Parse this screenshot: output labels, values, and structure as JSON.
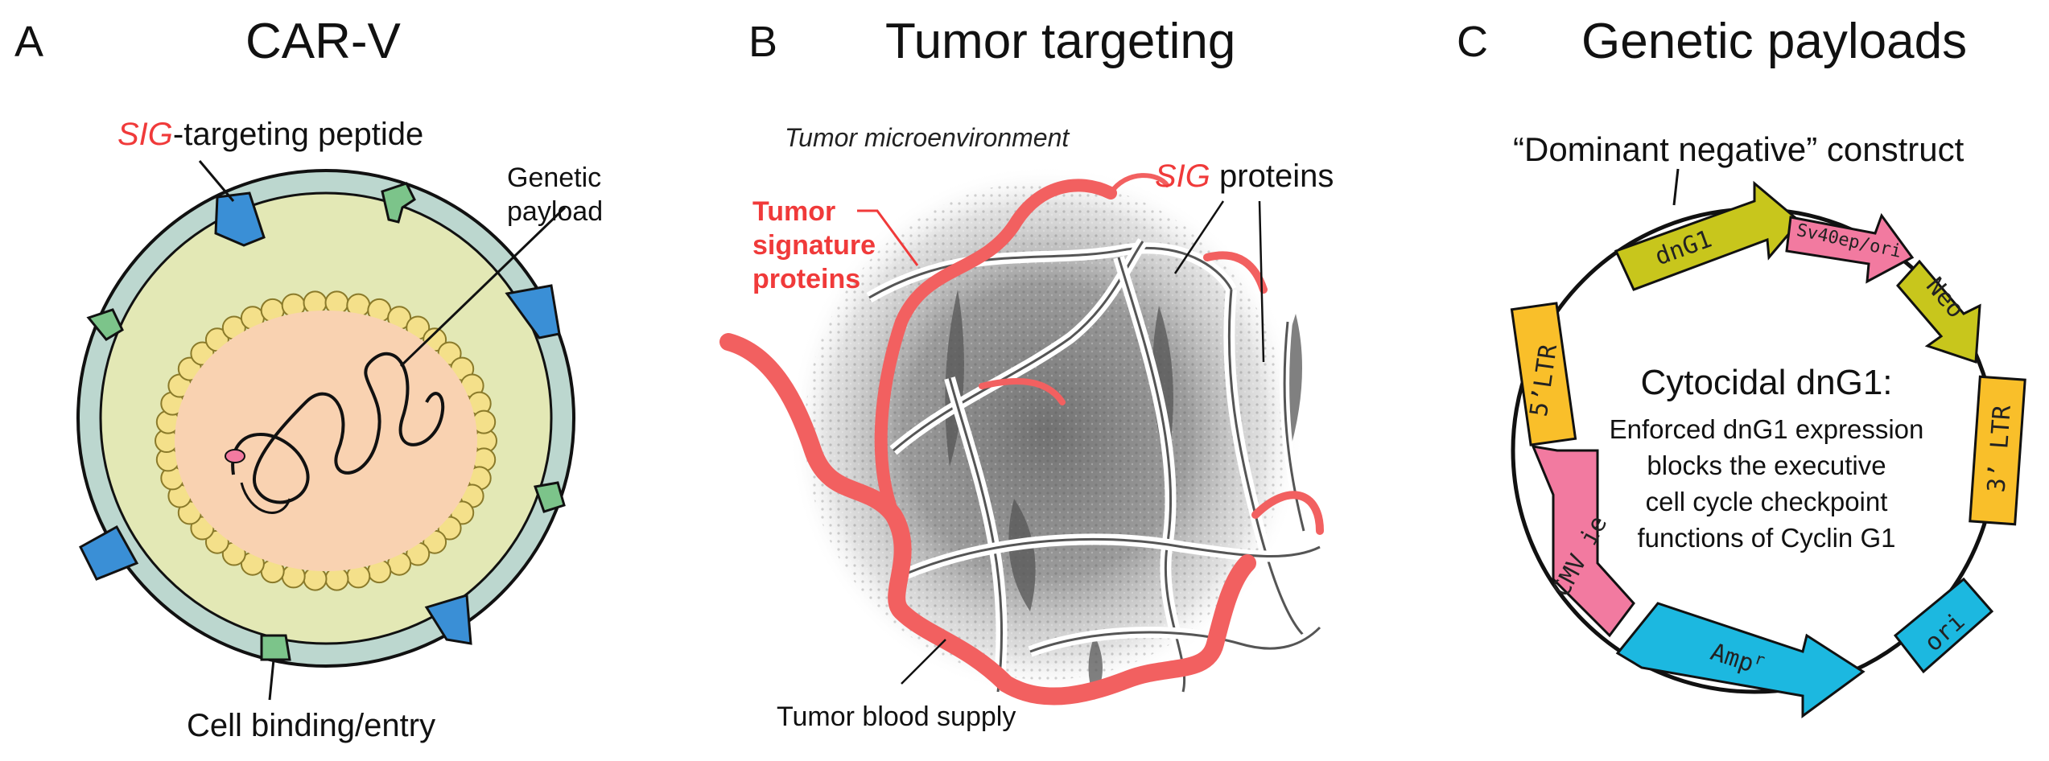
{
  "panels": [
    {
      "letter": "A",
      "title": "CAR-V"
    },
    {
      "letter": "B",
      "title": "Tumor targeting"
    },
    {
      "letter": "C",
      "title": "Genetic payloads"
    }
  ],
  "panelA": {
    "sig_prefix": "SIG",
    "peptide_label": "-targeting peptide",
    "payload_line1": "Genetic",
    "payload_line2": "payload",
    "entry_label": "Cell binding/entry"
  },
  "panelB": {
    "microenv": "Tumor microenvironment",
    "sig_prefix": "SIG",
    "proteins_label": " proteins",
    "tsp_line1": "Tumor",
    "tsp_line2": "signature",
    "tsp_line3": "proteins",
    "blood_supply": "Tumor blood supply"
  },
  "panelC": {
    "construct": "“Dominant negative” construct",
    "segments": {
      "dng1": "dnG1",
      "sv40": "Sv40ep/ori",
      "neo": "Neo",
      "ltr3": "3’ LTR",
      "ori": "ori",
      "amp": "Amp",
      "amp_sup": "r",
      "cmv": "CMV ie",
      "ltr5": "5’LTR"
    },
    "center_title": "Cytocidal dnG1:",
    "center_lines": [
      "Enforced dnG1 expression",
      "blocks the executive",
      "cell cycle checkpoint",
      "functions of Cyclin G1"
    ]
  },
  "colors": {
    "red": "#f03a3a",
    "olive": "#c8c61c",
    "pink": "#f27aa0",
    "orange": "#f9bf2a",
    "cyan": "#1cb8e0",
    "capsid_ring": "#bcd7cf",
    "capsid_fill": "#e3e8b5",
    "core_fill": "#f9d2b1",
    "bead": "#f4e08a",
    "peptide_blue": "#3a8fd6",
    "peptide_green": "#7cc48a"
  }
}
